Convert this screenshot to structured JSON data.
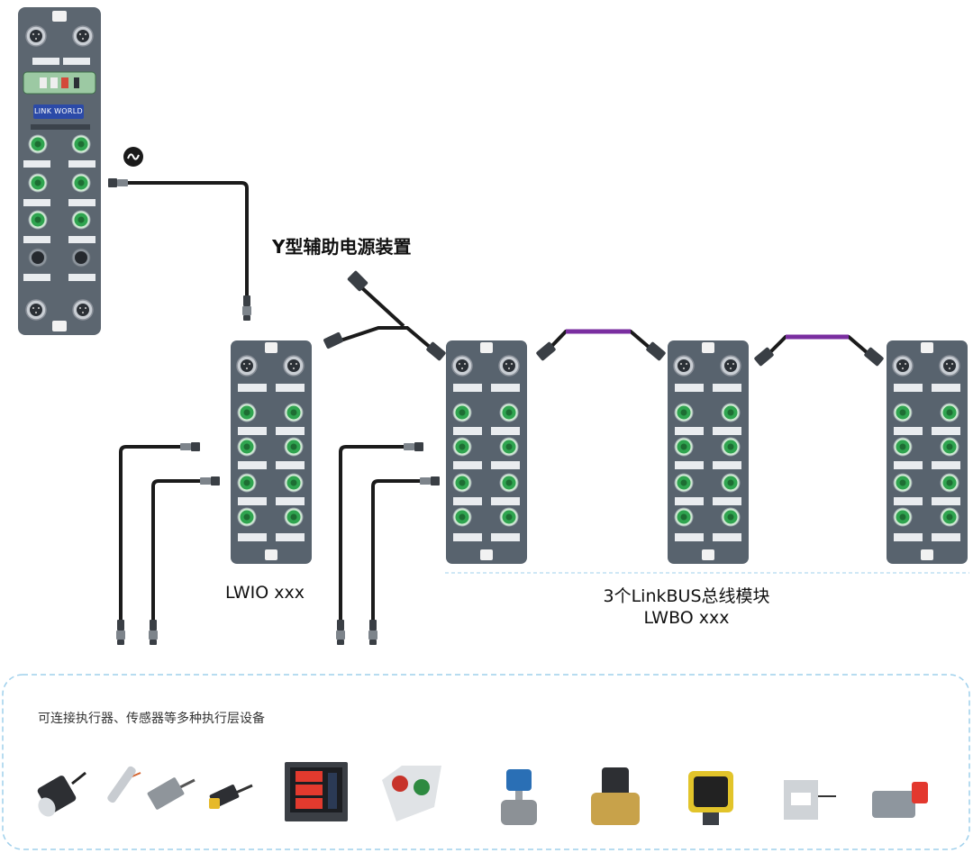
{
  "gateway": {
    "brand": "LINK WORLD"
  },
  "labels": {
    "y_power": "Y型辅助电源装置",
    "lwio": "LWIO xxx",
    "bus_line1": "3个LinkBUS总线模块",
    "bus_line2": "LWBO xxx",
    "devices_caption": "可连接执行器、传感器等多种执行层设备"
  },
  "colors": {
    "module_body": "#58636e",
    "cable": "#1b1b1b",
    "bus_cable": "#7a2ea0",
    "port_green": "#2fa44f",
    "dashed_border": "#9fd0ec"
  },
  "devices": [
    {
      "name": "cylindrical-proximity-sensor-icon"
    },
    {
      "name": "pen-sensor-icon"
    },
    {
      "name": "flat-sensor-icon"
    },
    {
      "name": "inductive-sensor-icon"
    },
    {
      "name": "power-meter-icon"
    },
    {
      "name": "push-button-box-icon"
    },
    {
      "name": "flow-meter-icon"
    },
    {
      "name": "solenoid-valve-icon"
    },
    {
      "name": "laser-sensor-icon"
    },
    {
      "name": "load-cell-icon"
    },
    {
      "name": "valve-actuator-icon"
    }
  ]
}
